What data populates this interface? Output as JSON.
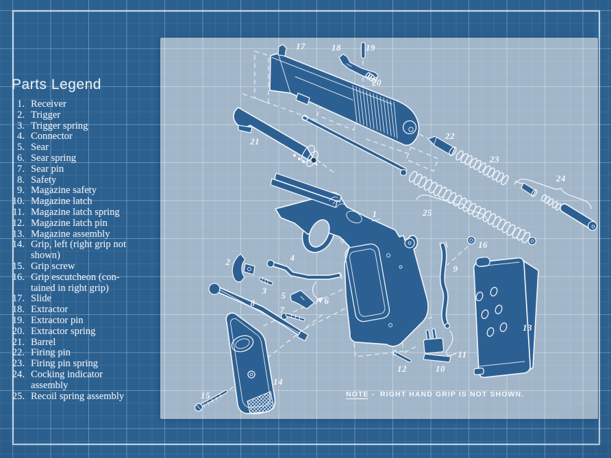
{
  "colors": {
    "background": "#2b608f",
    "panel": "#a2b6c9",
    "part_fill": "#2d6092",
    "line_white": "#edf3f9"
  },
  "legend": {
    "title": "Parts Legend",
    "items": [
      {
        "num": "1.",
        "lines": [
          "Receiver"
        ]
      },
      {
        "num": "2.",
        "lines": [
          "Trigger"
        ]
      },
      {
        "num": "3.",
        "lines": [
          "Trigger spring"
        ]
      },
      {
        "num": "4.",
        "lines": [
          "Connector"
        ]
      },
      {
        "num": "5.",
        "lines": [
          "Sear"
        ]
      },
      {
        "num": "6.",
        "lines": [
          "Sear spring"
        ]
      },
      {
        "num": "7.",
        "lines": [
          "Sear pin"
        ]
      },
      {
        "num": "8.",
        "lines": [
          "Safety"
        ]
      },
      {
        "num": "9.",
        "lines": [
          "Magazine safety"
        ]
      },
      {
        "num": "10.",
        "lines": [
          "Magazine latch"
        ]
      },
      {
        "num": "11.",
        "lines": [
          "Magazine latch spring"
        ]
      },
      {
        "num": "12.",
        "lines": [
          "Magazine latch pin"
        ]
      },
      {
        "num": "13.",
        "lines": [
          "Magazine assembly"
        ]
      },
      {
        "num": "14.",
        "lines": [
          "Grip, left (right grip not",
          "shown)"
        ]
      },
      {
        "num": "15.",
        "lines": [
          "Grip screw"
        ]
      },
      {
        "num": "16.",
        "lines": [
          "Grip escutcheon (con-",
          "tained in right grip)"
        ]
      },
      {
        "num": "17.",
        "lines": [
          "Slide"
        ]
      },
      {
        "num": "18.",
        "lines": [
          "Extractor"
        ]
      },
      {
        "num": "19.",
        "lines": [
          "Extractor pin"
        ]
      },
      {
        "num": "20.",
        "lines": [
          "Extractor spring"
        ]
      },
      {
        "num": "21.",
        "lines": [
          "Barrel"
        ]
      },
      {
        "num": "22.",
        "lines": [
          "Firing pin"
        ]
      },
      {
        "num": "23.",
        "lines": [
          "Firing pin spring"
        ]
      },
      {
        "num": "24.",
        "lines": [
          "Cocking indicator",
          "assembly"
        ]
      },
      {
        "num": "25.",
        "lines": [
          "Recoil spring assembly"
        ]
      }
    ]
  },
  "diagram": {
    "callouts": [
      "1",
      "2",
      "3",
      "4",
      "5",
      "6",
      "7",
      "8",
      "9",
      "10",
      "11",
      "12",
      "13",
      "14",
      "15",
      "16",
      "17",
      "18",
      "19",
      "20",
      "21",
      "22",
      "23",
      "24",
      "25"
    ],
    "note_label": "NOTE",
    "note_dash": "-",
    "note_body": "RIGHT HAND GRIP IS NOT SHOWN."
  }
}
